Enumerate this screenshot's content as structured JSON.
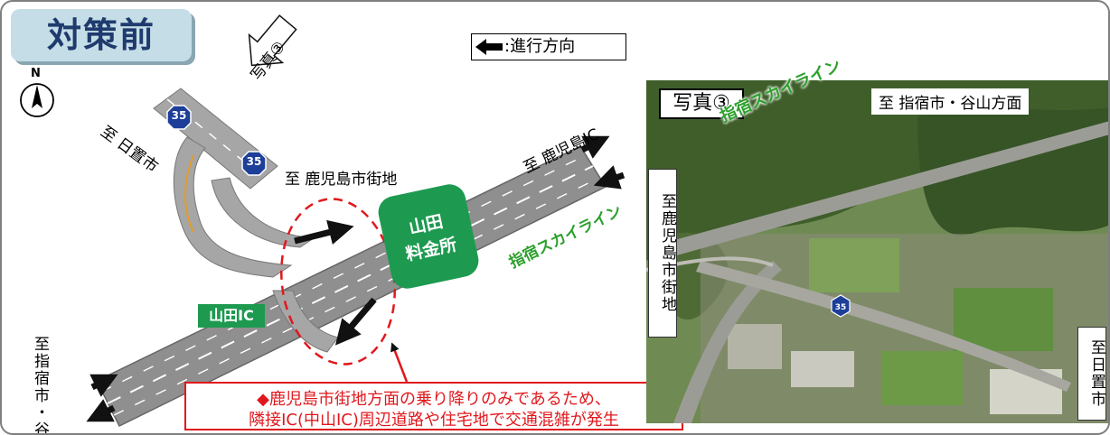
{
  "title": "対策前",
  "legend": {
    "text": ":進行方向"
  },
  "compass": {
    "label": "N"
  },
  "photo_direction": "写真③",
  "destinations": {
    "hioki": "至 日置市",
    "kagoshima_city": "至 鹿児島市街地",
    "kagoshima_ic": "至 鹿児島IC",
    "ibusuki_taniyama": "至指宿市・谷山方面"
  },
  "route_shields": [
    "35",
    "35"
  ],
  "interchange": "山田IC",
  "tollgate": {
    "line1": "山田",
    "line2": "料金所"
  },
  "skyline": "指宿スカイライン",
  "callout": {
    "line1": "◆鹿児島市街地方面の乗り降りのみであるため、",
    "line2": "隣接IC(中山IC)周辺道路や住宅地で交通混雑が発生"
  },
  "photo": {
    "label": "写真③",
    "dest_top": "至 指宿市・谷山方面",
    "dest_left": "至鹿児島市街地",
    "dest_right": "至日置市",
    "skyline": "指宿スカイライン",
    "shield": "35"
  },
  "colors": {
    "accent_red": "#e0181d",
    "toll_green": "#1d9a50",
    "road_gray": "#a6a6a6"
  }
}
